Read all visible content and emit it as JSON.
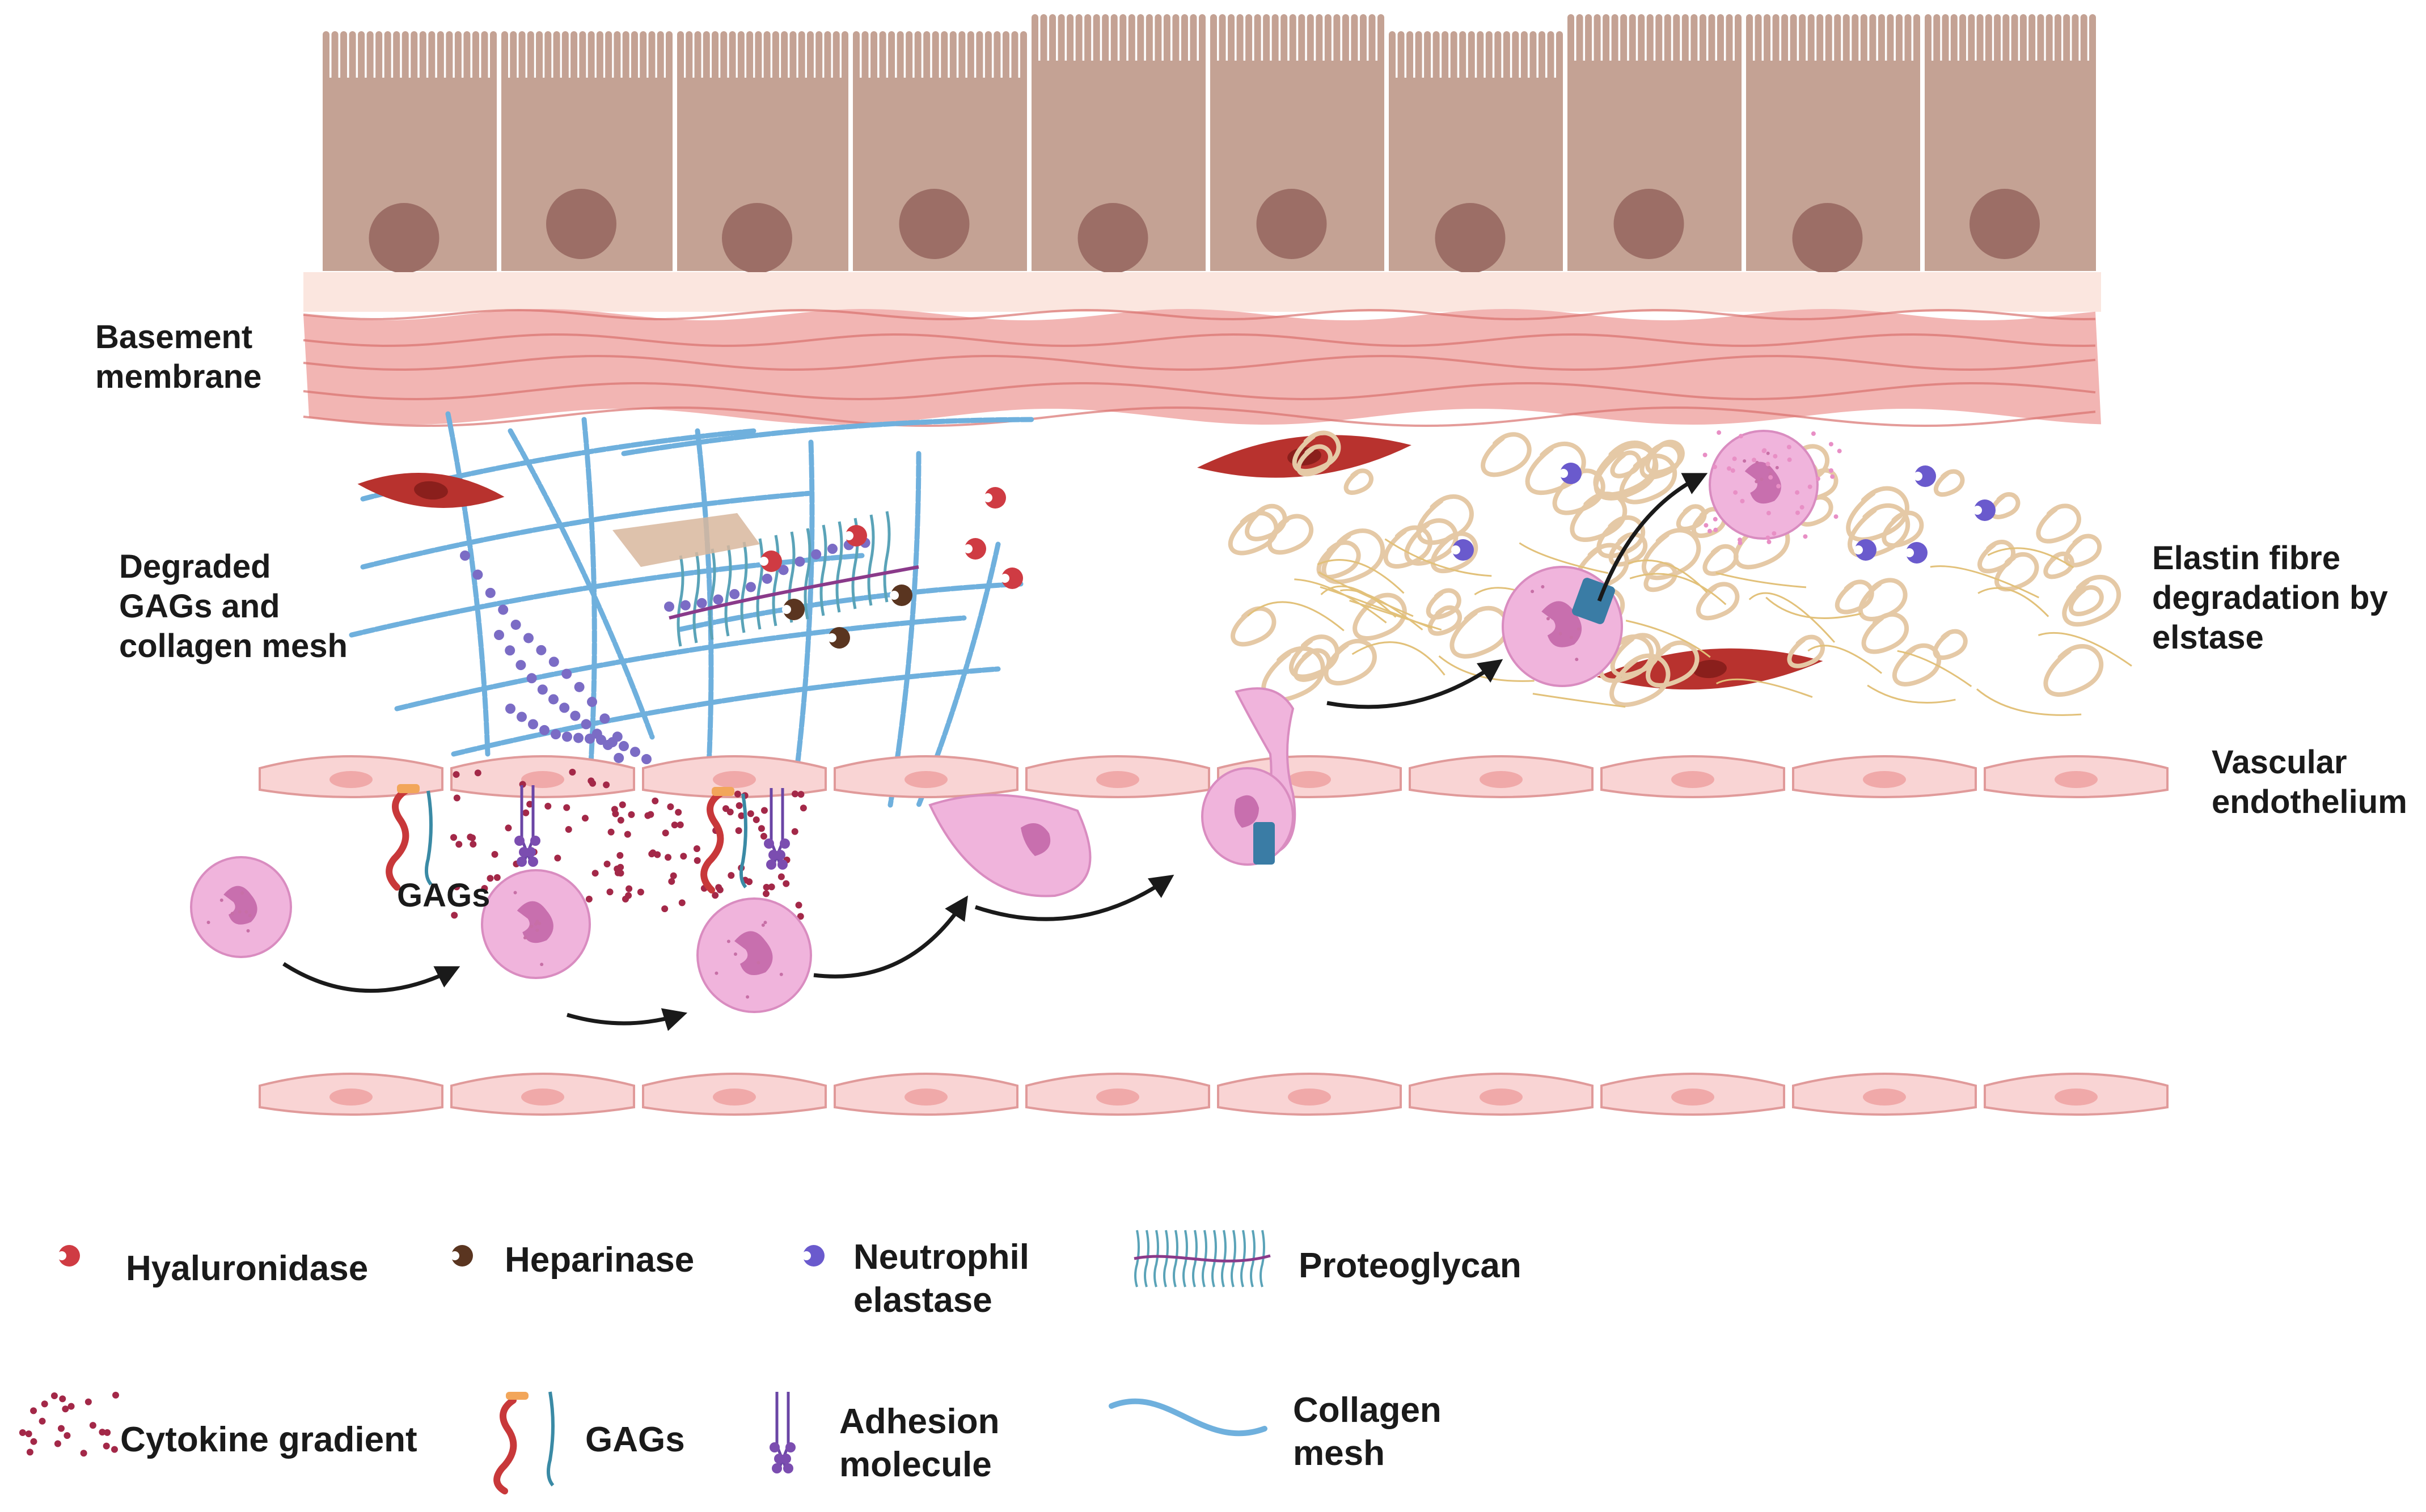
{
  "labels": {
    "basement_membrane": [
      "Basement",
      "membrane"
    ],
    "degraded": [
      "Degraded",
      "GAGs and",
      "collagen mesh"
    ],
    "elastin": [
      "Elastin fibre",
      "degradation by",
      "elstase"
    ],
    "vascular": [
      "Vascular",
      "endothelium"
    ],
    "gags_inline": "GAGs"
  },
  "legend": {
    "hyaluronidase": [
      "Hyaluronidase"
    ],
    "heparinase": [
      "Heparinase"
    ],
    "neutrophil_elastase": [
      "Neutrophil",
      "elastase"
    ],
    "proteoglycan": [
      "Proteoglycan"
    ],
    "cytokine_gradient": [
      "Cytokine gradient"
    ],
    "gags": [
      "GAGs"
    ],
    "adhesion_molecule": [
      "Adhesion",
      "molecule"
    ],
    "collagen_mesh": [
      "Collagen",
      "mesh"
    ]
  },
  "colors": {
    "epithelium": "#c4a294",
    "epithelium_nucleus": "#9c6e66",
    "basement_light": "#fbe6df",
    "basement_band": "#f2b5b3",
    "basement_line": "#d9706e",
    "endothelium": "#f9d4d4",
    "endothelium_outline": "#e09a9a",
    "neutrophil": "#f0b4dc",
    "neutrophil_nucleus": "#c86fae",
    "collagen": "#6fb0dd",
    "elastin": "#e5c9a6",
    "fibroblast": "#b8322e",
    "hyaluronidase": "#cf3b43",
    "heparinase": "#5a3520",
    "elastase": "#6a5acd",
    "cytokine": "#a32848",
    "gag_red": "#c8383a",
    "gag_orange": "#f2a65a",
    "adhesion": "#6a45a5",
    "proteoglycan_core": "#8a3a8a",
    "integrin": "#3a7ca5",
    "arrow": "#1a1a1a"
  }
}
